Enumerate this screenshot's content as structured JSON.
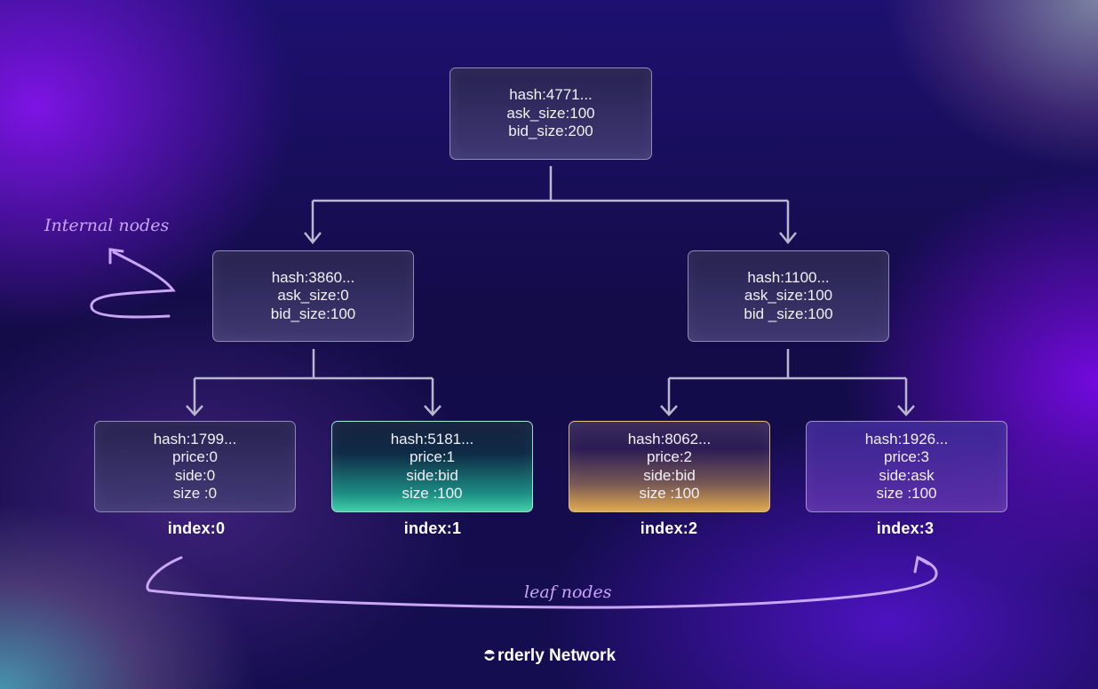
{
  "tree": {
    "root": {
      "hash": "hash:4771...",
      "ask_size": "ask_size:100",
      "bid_size": "bid_size:200"
    },
    "internal": [
      {
        "hash": "hash:3860...",
        "ask_size": "ask_size:0",
        "bid_size": "bid_size:100"
      },
      {
        "hash": "hash:1100...",
        "ask_size": "ask_size:100",
        "bid_size": "bid _size:100"
      }
    ],
    "leaves": [
      {
        "hash": "hash:1799...",
        "price": "price:0",
        "side": "side:0",
        "size": "size :0",
        "index": "index:0",
        "color": "#3a3670"
      },
      {
        "hash": "hash:5181...",
        "price": "price:1",
        "side": "side:bid",
        "size": "size :100",
        "index": "index:1",
        "color": "#3ecfa8"
      },
      {
        "hash": "hash:8062...",
        "price": "price:2",
        "side": "side:bid",
        "size": "size :100",
        "index": "index:2",
        "color": "#e2a94c"
      },
      {
        "hash": "hash:1926...",
        "price": "price:3",
        "side": "side:ask",
        "size": "size :100",
        "index": "index:3",
        "color": "#5f32aa"
      }
    ]
  },
  "annotations": {
    "internal_nodes": "Internal nodes",
    "leaf_nodes": "leaf nodes"
  },
  "brand": {
    "name": "Orderly Network",
    "icon": "orderly-logo-icon"
  },
  "colors": {
    "connector": "#b9b6d0",
    "annotation": "#c9a6f5"
  }
}
